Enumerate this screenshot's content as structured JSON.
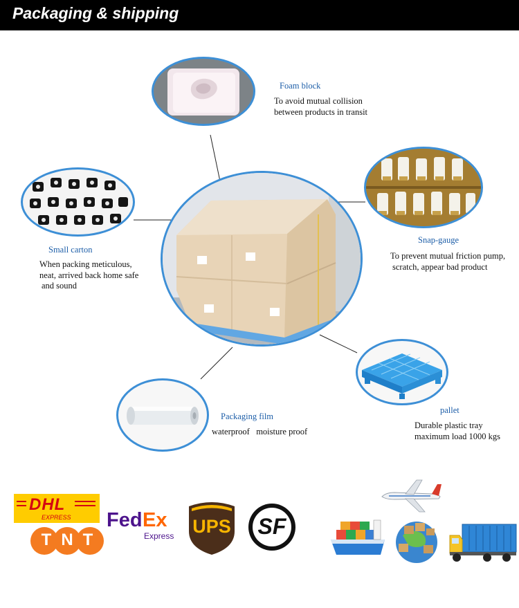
{
  "header": {
    "title": "Packaging & shipping"
  },
  "foam": {
    "title": "Foam block",
    "line1": "To avoid mutual collision",
    "line2": "between products in transit"
  },
  "snap": {
    "title": "Snap-gauge",
    "line1": "To prevent mutual friction pump,",
    "line2": "scratch, appear bad product"
  },
  "carton": {
    "title": "Small carton",
    "line1": "When packing meticulous,",
    "line2": "neat, arrived back home safe",
    "line3": "and sound"
  },
  "film": {
    "title": "Packaging film",
    "line1": "waterproof   moisture proof"
  },
  "pallet": {
    "title": "pallet",
    "line1": "Durable plastic tray",
    "line2": "maximum load 1000 kgs"
  },
  "logos": {
    "dhl": "DHL",
    "dhl_express": "EXPRESS",
    "tnt": "TNT",
    "fedex_fed": "Fed",
    "fedex_ex": "Ex",
    "fedex_express": "Express",
    "ups": "UPS",
    "sf": "SF"
  },
  "colors": {
    "accent": "#3d8fd6",
    "caption": "#1d5ea8",
    "dhl_yellow": "#ffcc00",
    "dhl_red": "#d40511",
    "tnt_orange": "#f47b20",
    "fedex_purple": "#4d148c",
    "fedex_orange": "#ff6600",
    "ups_brown": "#4b2e1a",
    "ups_gold": "#f7b500"
  }
}
